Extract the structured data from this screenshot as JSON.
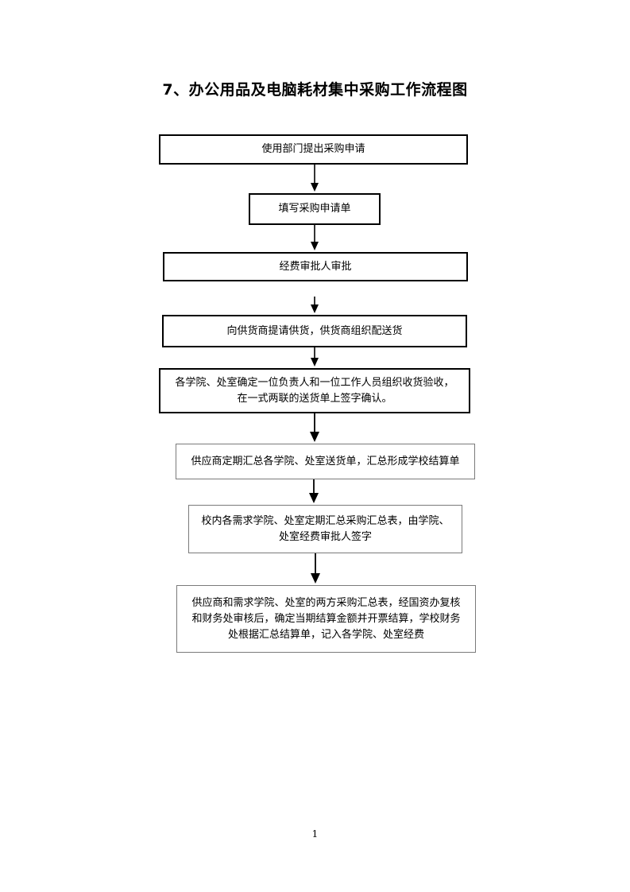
{
  "title": "7、办公用品及电脑耗材集中采购工作流程图",
  "steps": [
    {
      "text": "使用部门提出采购申请"
    },
    {
      "text": "填写采购申请单"
    },
    {
      "text": "经费审批人审批"
    },
    {
      "text": "向供货商提请供货，供货商组织配送货"
    },
    {
      "text": "各学院、处室确定一位负责人和一位工作人员组织收货验收，\n在一式两联的送货单上签字确认。"
    },
    {
      "text": "供应商定期汇总各学院、处室送货单，汇总形成学校结算单"
    },
    {
      "text": "校内各需求学院、处室定期汇总采购汇总表，由学院、\n处室经费审批人签字"
    },
    {
      "text": "供应商和需求学院、处室的两方采购汇总表，经国资办复核\n和财务处审核后，确定当期结算金额并开票结算，学校财务\n处根据汇总结算单，记入各学院、处室经费"
    }
  ],
  "page_number": "1"
}
